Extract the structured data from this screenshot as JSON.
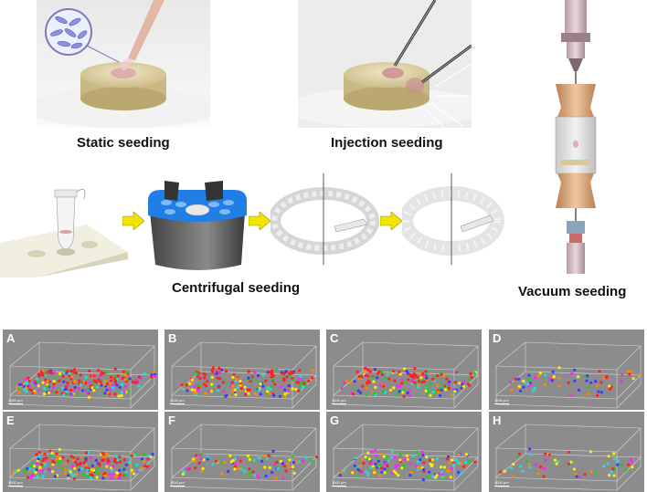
{
  "labels": {
    "static": "Static seeding",
    "injection": "Injection seeding",
    "centrifugal": "Centrifugal seeding",
    "vacuum": "Vacuum seeding"
  },
  "panels": [
    {
      "letter": "A",
      "scale": "1000 µm",
      "density": 1.0
    },
    {
      "letter": "B",
      "scale": "1000 µm",
      "density": 0.8
    },
    {
      "letter": "C",
      "scale": "1000 µm",
      "density": 0.75
    },
    {
      "letter": "D",
      "scale": "1000 µm",
      "density": 0.3
    },
    {
      "letter": "E",
      "scale": "1000 µm",
      "density": 0.95
    },
    {
      "letter": "F",
      "scale": "1000 µm",
      "density": 0.4
    },
    {
      "letter": "G",
      "scale": "1000 µm",
      "density": 0.65
    },
    {
      "letter": "H",
      "scale": "1000 µm",
      "density": 0.25
    }
  ],
  "dot_colors": [
    "#ff2020",
    "#ffee00",
    "#22cc22",
    "#3a3aff",
    "#ff22ff",
    "#ff8800",
    "#22dddd"
  ]
}
